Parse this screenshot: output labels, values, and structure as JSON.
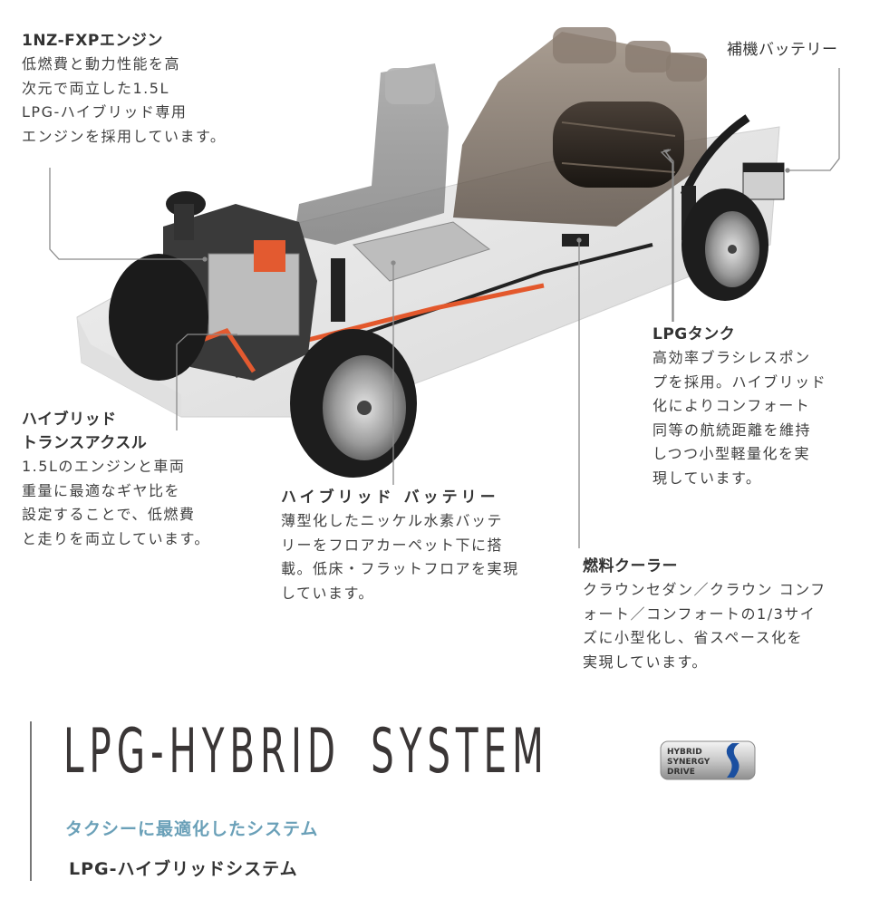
{
  "callouts": {
    "engine": {
      "title": "1NZ-FXPエンジン",
      "body": "低燃費と動力性能を高\n次元で両立した1.5L\nLPG-ハイブリッド専用\nエンジンを採用しています。"
    },
    "aux_battery": {
      "title": "補機バッテリー"
    },
    "lpg_tank": {
      "title": "LPGタンク",
      "body": "高効率ブラシレスポン\nプを採用。ハイブリッド\n化によりコンフォート\n同等の航続距離を維持\nしつつ小型軽量化を実\n現しています。"
    },
    "transaxle": {
      "title_line1": "ハイブリッド",
      "title_line2": "トランスアクスル",
      "body": "1.5Lのエンジンと車両\n重量に最適なギヤ比を\n設定することで、低燃費\nと走りを両立しています。"
    },
    "hybrid_battery": {
      "title": "ハイブリッド バッテリー",
      "body": "薄型化したニッケル水素バッテ\nリーをフロアカーペット下に搭\n載。低床・フラットフロアを実現\nしています。"
    },
    "fuel_cooler": {
      "title": "燃料クーラー",
      "body": "クラウンセダン／クラウン コンフ\nォート／コンフォートの1/3サイ\nズに小型化し、省スペース化を\n実現しています。"
    }
  },
  "brand": {
    "title": "LPG-HYBRID SYSTEM",
    "subtitle": "タクシーに最適化したシステム",
    "subtitle2": "LPG-ハイブリッドシステム",
    "logo_text": [
      "HYBRID",
      "SYNERGY",
      "DRIVE"
    ]
  },
  "colors": {
    "text": "#3a3a3a",
    "accent_blue": "#6aa0b8",
    "leader_line": "#8a8a8a",
    "hsd_blue": "#1a4fa0"
  }
}
